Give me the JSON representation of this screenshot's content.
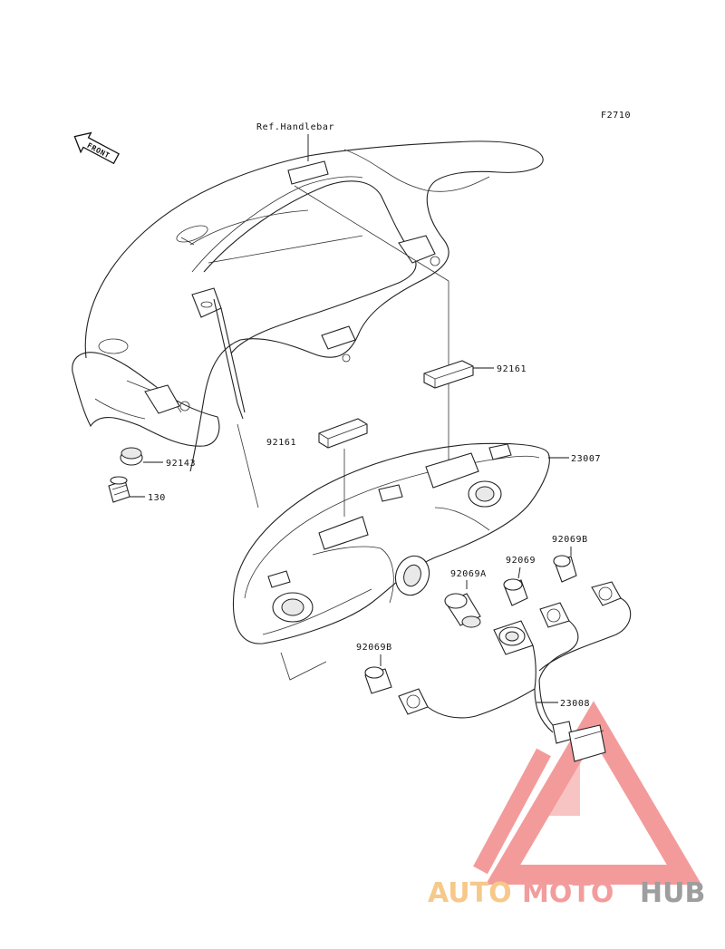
{
  "figure_code": "F2710",
  "front_arrow_label": "FRONT",
  "reference_label": "Ref.Handlebar",
  "part_labels": {
    "p92161_upper": "92161",
    "p92161_left": "92161",
    "p23007": "23007",
    "p92143": "92143",
    "p130": "130",
    "p92069B_top": "92069B",
    "p92069": "92069",
    "p92069A": "92069A",
    "p92069B_lower": "92069B",
    "p23008": "23008"
  },
  "watermark": {
    "word_auto": "AUTO",
    "word_moto": "MOTO",
    "word_hub": "HUB",
    "colors": {
      "auto": "#f6c98a",
      "moto": "#f29c9c",
      "hub": "#9e9e9e",
      "triangle": "#f07a7a"
    }
  }
}
